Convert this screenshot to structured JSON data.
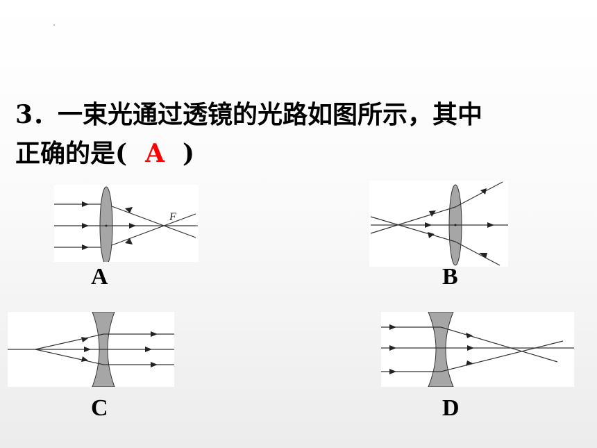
{
  "question": {
    "line1": "3．一束光通过透镜的光路如图所示，其中",
    "line2_prefix": "正确的是(",
    "answer": "A",
    "line2_suffix": ")"
  },
  "options": [
    {
      "label": "A",
      "focal_label": "F"
    },
    {
      "label": "B"
    },
    {
      "label": "C"
    },
    {
      "label": "D"
    }
  ],
  "colors": {
    "answer": "#ff0000",
    "lens_fill": "#a6a6a6",
    "ray": "#333333"
  }
}
